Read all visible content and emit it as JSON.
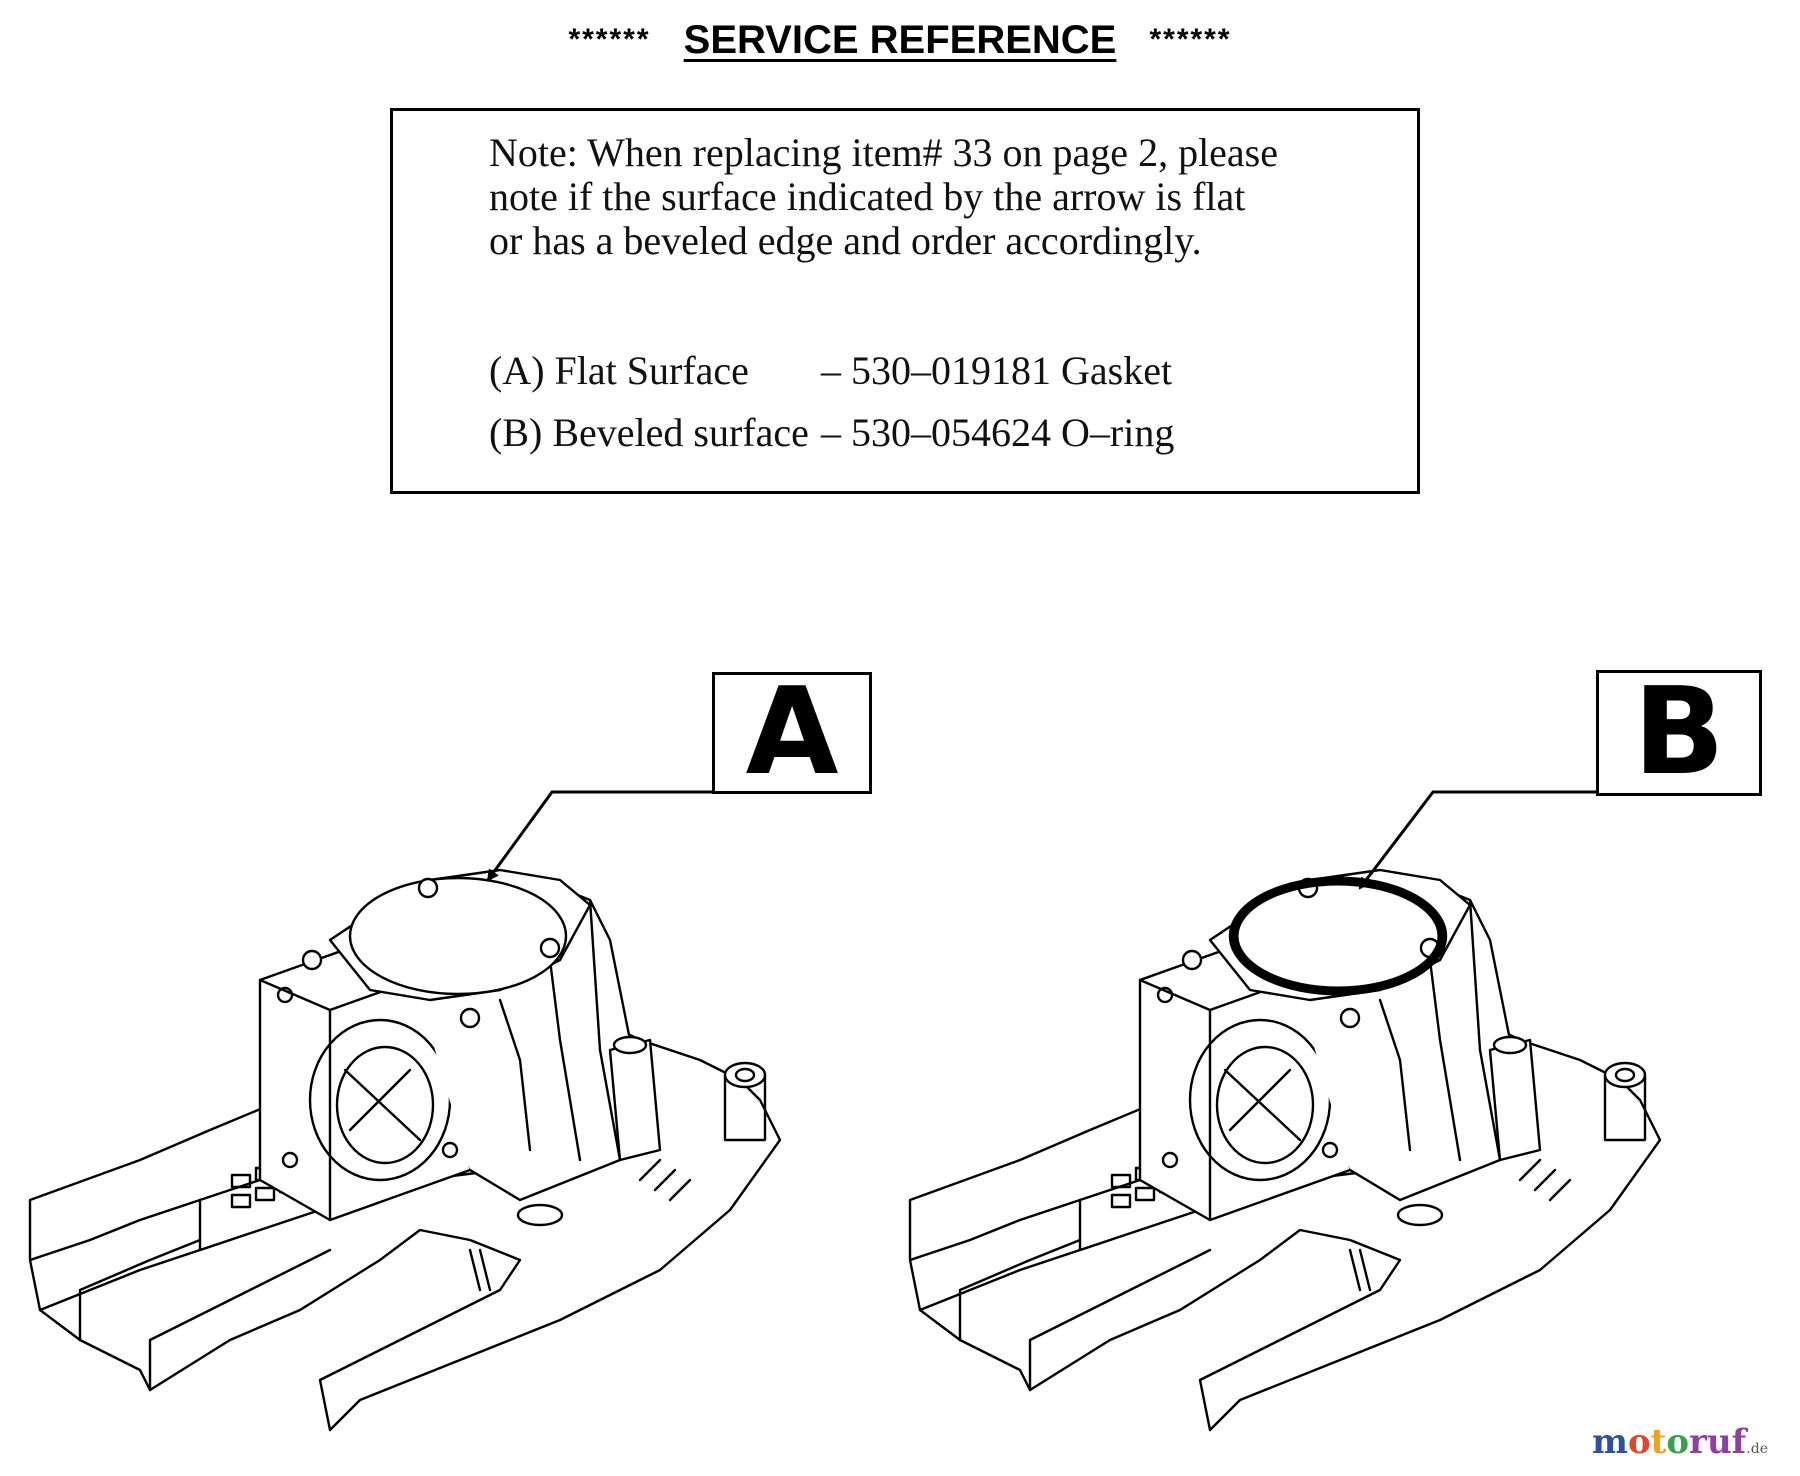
{
  "header": {
    "stars_left": "******",
    "title": "SERVICE REFERENCE",
    "stars_right": "******"
  },
  "note": {
    "line1": "Note: When replacing item# 33 on page 2, please",
    "line2": "note if the surface indicated by the arrow is flat",
    "line3": "or has a beveled edge and order accordingly.",
    "part_a": {
      "desc": "(A) Flat Surface",
      "value": "– 530–019181 Gasket"
    },
    "part_b": {
      "desc": "(B) Beveled surface",
      "value": "– 530–054624 O–ring"
    }
  },
  "figures": [
    {
      "label": "A",
      "surface": "flat"
    },
    {
      "label": "B",
      "surface": "beveled"
    }
  ],
  "watermark": {
    "m": "m",
    "o1": "o",
    "t": "t",
    "o2": "o",
    "ruf": "ruf",
    "tld": ".de"
  }
}
